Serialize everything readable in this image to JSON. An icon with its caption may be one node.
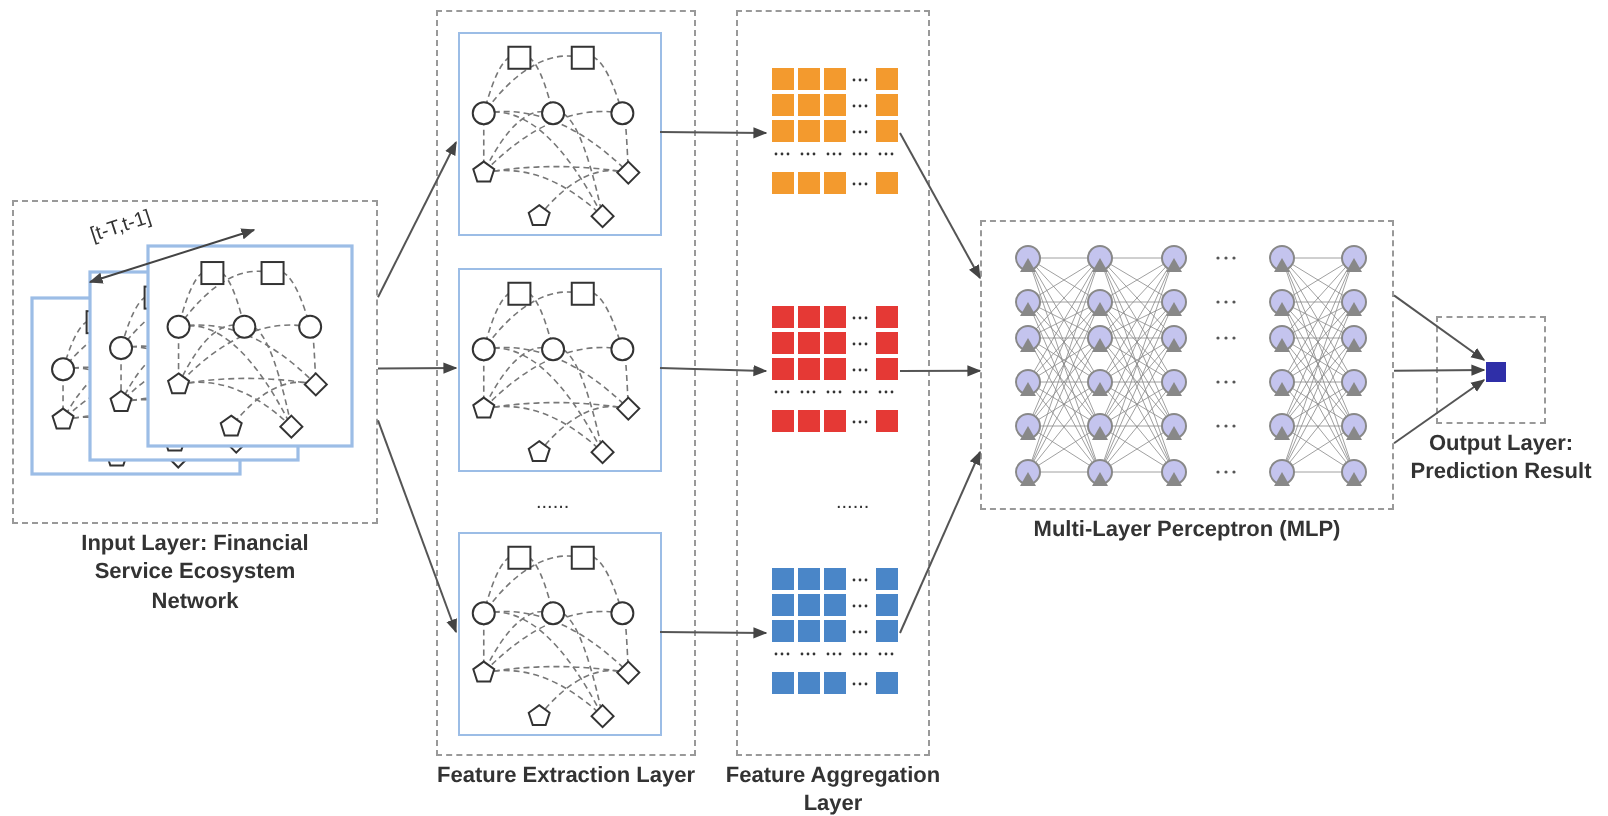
{
  "diagram": {
    "nodes": [
      {
        "text": [
          "Input Layer: Financial Service Ecosystem Network"
        ]
      },
      {
        "text": [
          "Feature Extraction Layer"
        ]
      },
      {
        "text": [],
        "shape": "box",
        "in": 1
      },
      {
        "text": [],
        "shape": "box",
        "in": 1
      },
      {
        "text": [],
        "shape": "box",
        "in": 1
      },
      {
        "text": [
          "Feature Aggregation Layer"
        ]
      },
      {
        "text": [],
        "shape": "box",
        "in": 5
      },
      {
        "text": [],
        "shape": "box",
        "in": 5
      },
      {
        "text": [],
        "shape": "box",
        "in": 5
      },
      {
        "text": [
          "Multi-Layer Perceptron (MLP)"
        ]
      },
      {
        "text": [
          "Output Layer: Prediction Result"
        ]
      },
      {
        "text": [],
        "shape": "box",
        "in": 10
      }
    ],
    "edges": [
      {
        "from": 0,
        "to": 2,
        "arrow": "to"
      },
      {
        "from": 0,
        "to": 3,
        "arrow": "to"
      },
      {
        "from": 0,
        "to": 4,
        "arrow": "to"
      },
      {
        "from": 2,
        "to": 6,
        "arrow": "to"
      },
      {
        "from": 3,
        "to": 7,
        "arrow": "to"
      },
      {
        "from": 4,
        "to": 8,
        "arrow": "to"
      },
      {
        "from": 6,
        "to": 9,
        "arrow": "to"
      },
      {
        "from": 7,
        "to": 9,
        "arrow": "to"
      },
      {
        "from": 8,
        "to": 9,
        "arrow": "to"
      },
      {
        "from": 9,
        "to": 11,
        "arrow": "to"
      },
      {
        "from": 9,
        "to": 11,
        "arrow": "to"
      },
      {
        "from": 9,
        "to": 11,
        "arrow": "to"
      }
    ],
    "labels": [
      "[t-T,t-1]",
      "......",
      "......"
    ]
  }
}
